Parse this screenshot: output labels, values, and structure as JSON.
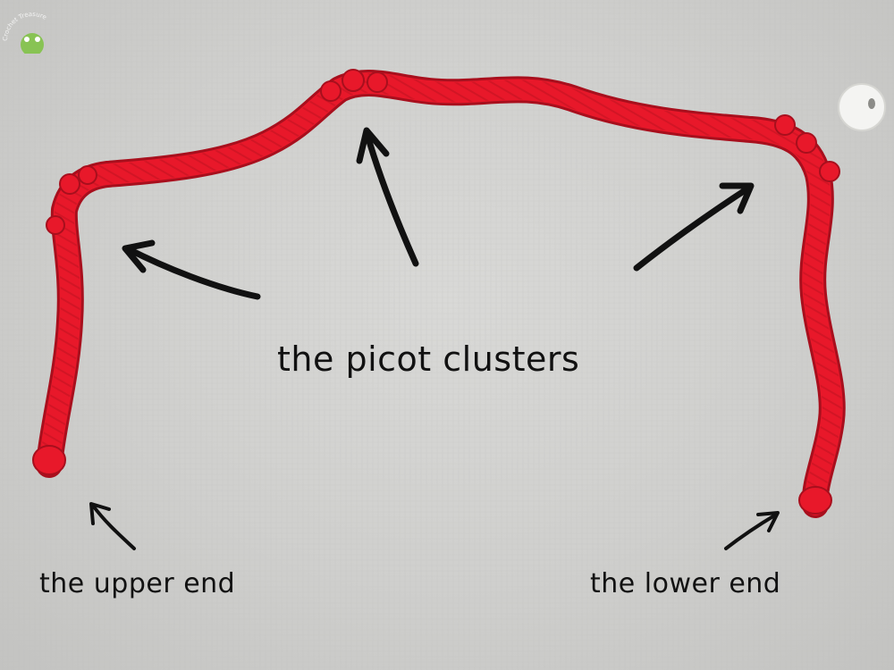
{
  "captions": {
    "clusters": "the picot clusters",
    "upper_end": "the upper end",
    "lower_end": "the lower end"
  },
  "colors": {
    "yarn": "#e8182a",
    "yarn_shadow": "#a80f1d",
    "background": "#cfcfcd",
    "ink": "#111111",
    "bead": "#f4f4f2"
  },
  "watermark_text": "Crochet Treasure"
}
